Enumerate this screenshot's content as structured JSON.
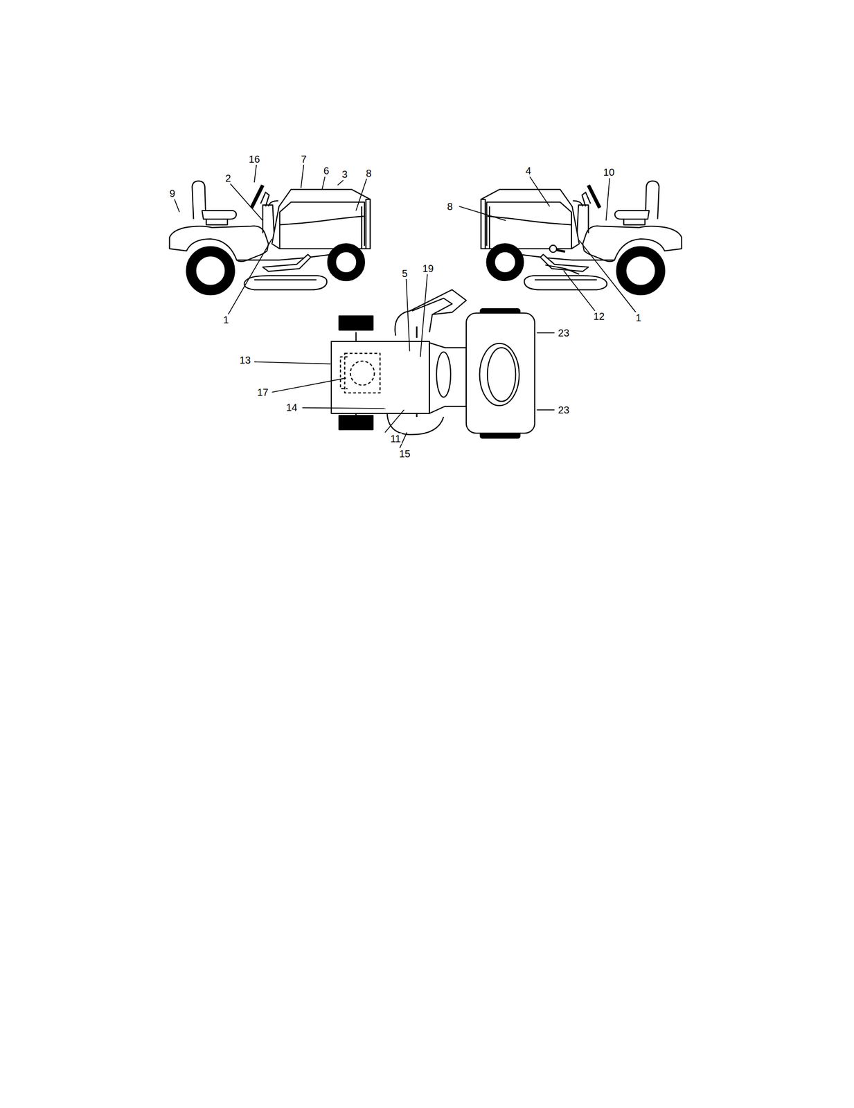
{
  "diagram": {
    "labels": [
      "16",
      "7",
      "6",
      "3",
      "8",
      "2",
      "9",
      "1",
      "4",
      "10",
      "8",
      "12",
      "1",
      "5",
      "19",
      "23",
      "13",
      "17",
      "14",
      "23",
      "11",
      "15"
    ]
  }
}
